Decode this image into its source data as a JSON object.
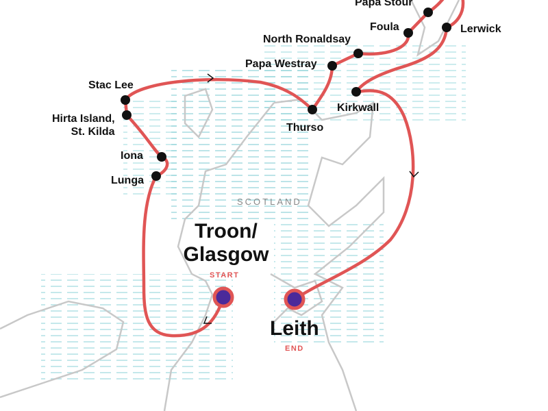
{
  "map": {
    "region_label": "SCOTLAND",
    "colors": {
      "route": "#e05555",
      "stop": "#111111",
      "port_fill": "#4b2a9a",
      "water": "#8fd3d8",
      "coast": "#c8c8c8",
      "tag": "#e05555"
    },
    "start": {
      "name": "Troon/\nGlasgow",
      "line1": "Troon/",
      "line2": "Glasgow",
      "tag": "START"
    },
    "end": {
      "name": "Leith",
      "tag": "END"
    },
    "stops": [
      {
        "name": "Papa Stour"
      },
      {
        "name": "Foula"
      },
      {
        "name": "Lerwick"
      },
      {
        "name": "North Ronaldsay"
      },
      {
        "name": "Papa Westray"
      },
      {
        "name": "Thurso"
      },
      {
        "name": "Kirkwall"
      },
      {
        "name": "Stac Lee"
      },
      {
        "name": "Hirta Island,",
        "name2": "St. Kilda"
      },
      {
        "name": "Iona"
      },
      {
        "name": "Lunga"
      }
    ]
  }
}
